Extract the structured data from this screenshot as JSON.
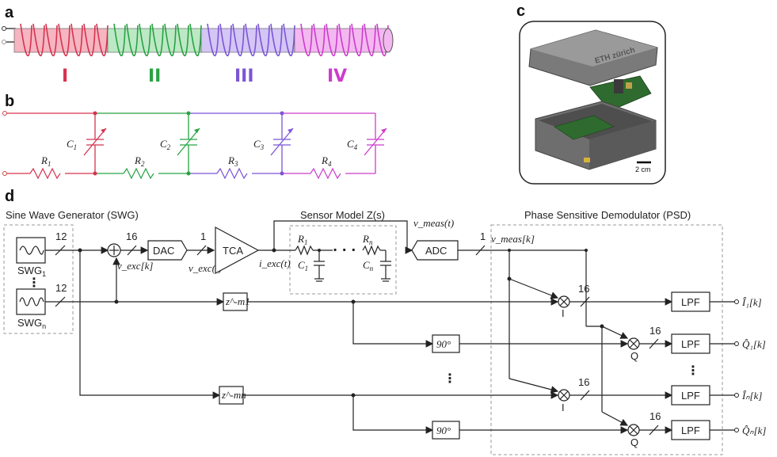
{
  "panels": {
    "a": "a",
    "b": "b",
    "c": "c",
    "d": "d"
  },
  "coil": {
    "sections": [
      {
        "label": "I",
        "color": "#d6334f",
        "fill": "#f5b5c1"
      },
      {
        "label": "II",
        "color": "#27a343",
        "fill": "#bde8c5"
      },
      {
        "label": "III",
        "color": "#7b55d6",
        "fill": "#d4c6f5"
      },
      {
        "label": "IV",
        "color": "#cc3ccc",
        "fill": "#f3b8f0"
      }
    ]
  },
  "circuit": {
    "caps": [
      "C",
      "C",
      "C",
      "C"
    ],
    "cap_sub": [
      "1",
      "2",
      "3",
      "4"
    ],
    "res": [
      "R",
      "R",
      "R",
      "R"
    ],
    "res_sub": [
      "1",
      "2",
      "3",
      "4"
    ]
  },
  "photo": {
    "scale_label": "2 cm",
    "brand": "ETH zürich"
  },
  "block": {
    "swg_title": "Sine Wave Generator (SWG)",
    "sensor_title": "Sensor Model Z(s)",
    "psd_title": "Phase Sensitive Demodulator (PSD)",
    "swg1": "SWG",
    "swg1_sub": "1",
    "swgn": "SWG",
    "swgn_sub": "n",
    "dac": "DAC",
    "tca": "TCA",
    "adc": "ADC",
    "bits_12a": "12",
    "bits_12b": "12",
    "bits_16a": "16",
    "bits_1a": "1",
    "bits_1b": "1",
    "bits_16b": "16",
    "bits_16c": "16",
    "bits_16d": "16",
    "bits_16e": "16",
    "v_exc_k": "v_exc[k]",
    "v_exc_t": "v_exc(t)",
    "i_exc_t": "i_exc(t)",
    "v_meas_t": "v_meas(t)",
    "v_meas_k": "v_meas[k]",
    "sensor_r1": "R",
    "sensor_r1_sub": "1",
    "sensor_rn": "R",
    "sensor_rn_sub": "n",
    "sensor_c1": "C",
    "sensor_c1_sub": "1",
    "sensor_cn": "C",
    "sensor_cn_sub": "n",
    "delay1": "z^-m1",
    "delayn": "z^-mn",
    "phase1": "90°",
    "phasen": "90°",
    "lpf": "LPF",
    "mixer_I": "I",
    "mixer_Q": "Q",
    "out_I1": "Î₁[k]",
    "out_Q1": "Q̂₁[k]",
    "out_In": "Îₙ[k]",
    "out_Qn": "Q̂ₙ[k]"
  }
}
